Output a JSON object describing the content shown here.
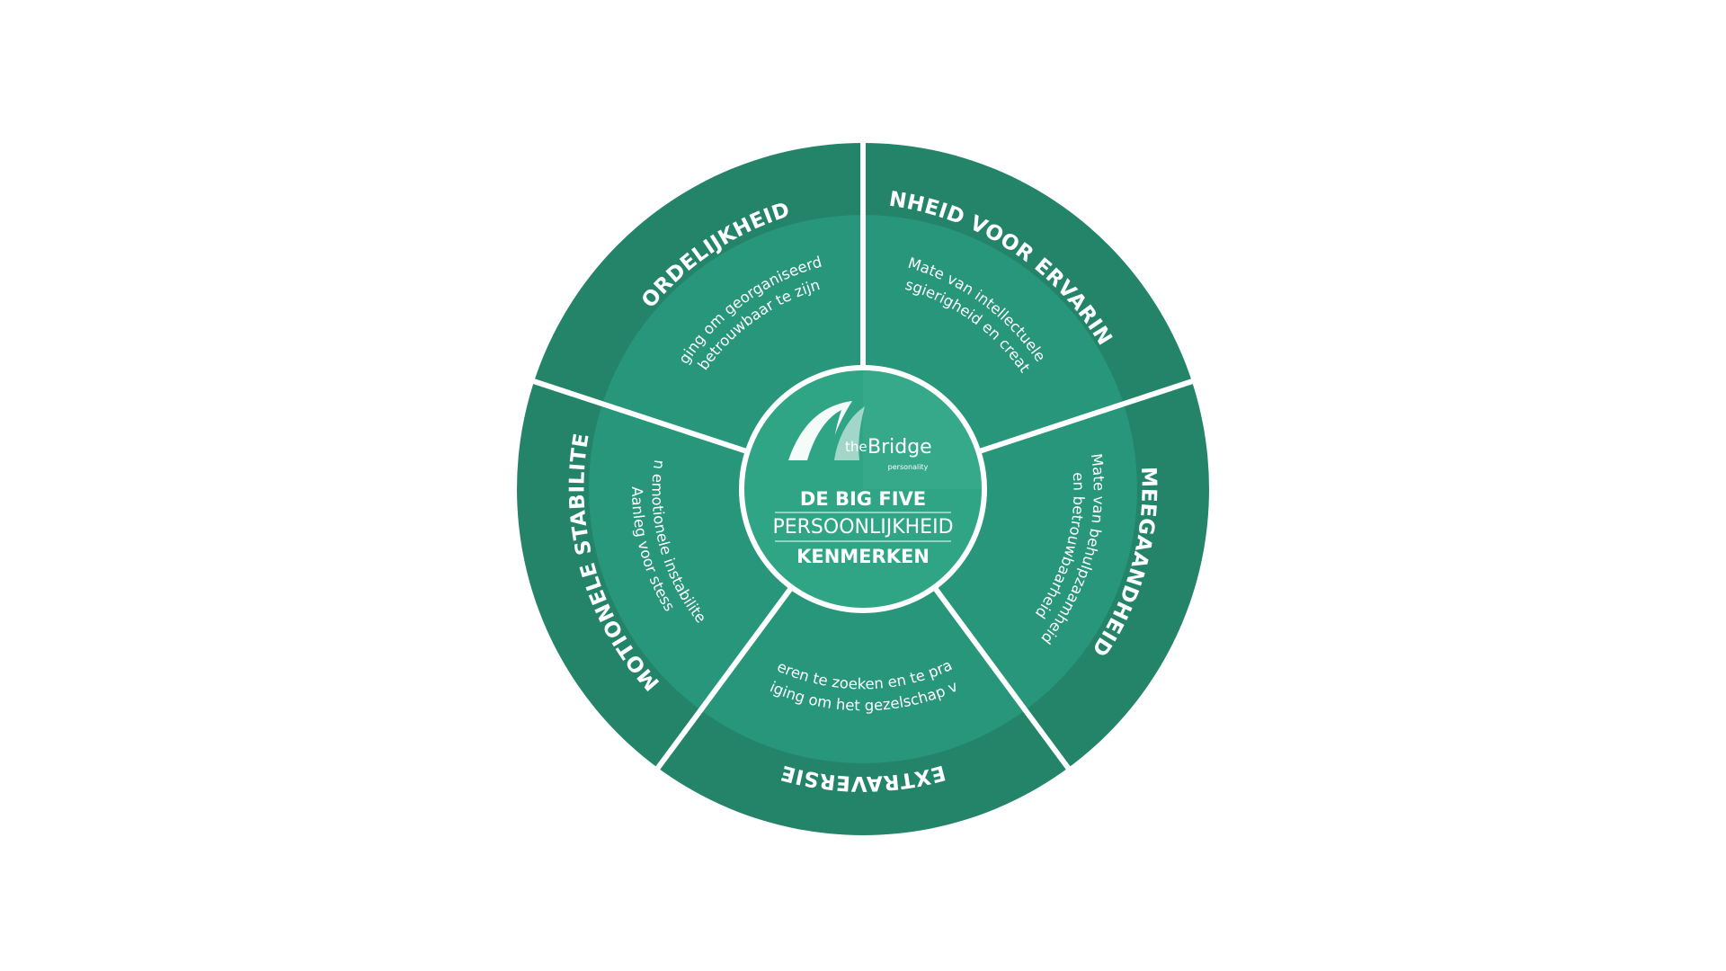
{
  "diagram": {
    "center": {
      "logo_prefix": "the",
      "logo_name": "Bridge",
      "logo_sub": "personality",
      "line1": "DE BIG FIVE",
      "line2": "PERSOONLIJKHEID",
      "line3": "KENMERKEN"
    },
    "segments": [
      {
        "id": "ordelijkheid",
        "title": "ORDELIJKHEID",
        "desc": [
          "Neiging om georganiseerd en",
          "betrouwbaar te zijn"
        ]
      },
      {
        "id": "openheid",
        "title": "OPENHEID VOOR ERVARINGEN",
        "desc": [
          "Mate van intellectuele",
          "nieuwsgierigheid en creativiteit"
        ]
      },
      {
        "id": "meegaandheid",
        "title": "MEEGAANDHEID",
        "desc": [
          "Mate van behulpzaamheid",
          "en betrouwbaarheid"
        ]
      },
      {
        "id": "extraversie",
        "title": "EXTRAVERSIE",
        "desc": [
          "Neiging om het gezelschap van",
          "anderen te zoeken en te praten"
        ]
      },
      {
        "id": "emotionele-stabiliteit",
        "title": "EMOTIONELE STABILITEIT",
        "desc": [
          "Aanleg voor stess",
          "en emotionele instabiliteit"
        ]
      }
    ],
    "colors": {
      "outer": "#24846a",
      "inner": "#27967a",
      "center": "#2fa586",
      "divider": "#ffffff"
    }
  }
}
